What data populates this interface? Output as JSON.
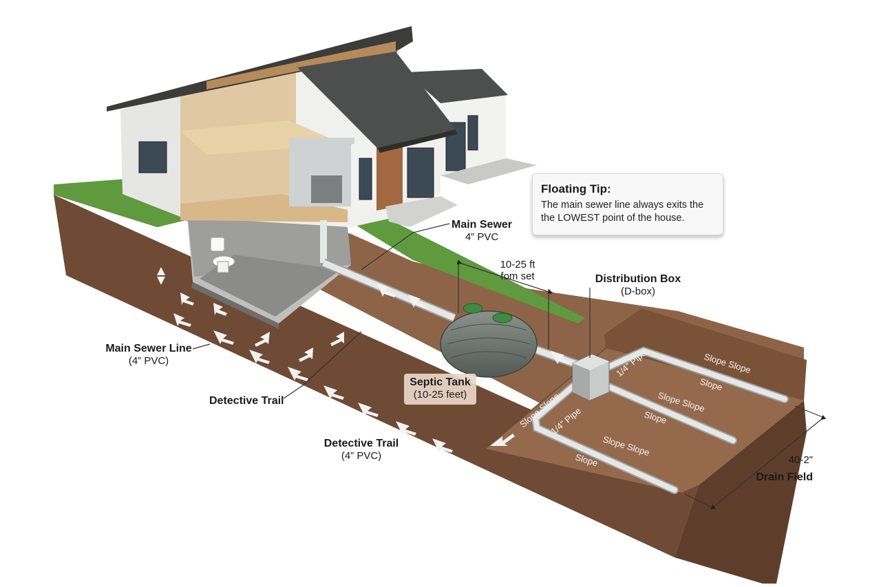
{
  "labels": {
    "main_sewer_top": {
      "title": "Main Sewer",
      "sub": "4” PVC"
    },
    "setback": {
      "line1": "10-25 ft",
      "line2": "fom set"
    },
    "distribution_box": {
      "title": "Distribution Box",
      "sub": "(D-box)"
    },
    "main_sewer_line": {
      "title": "Main Sewer Line",
      "sub": "(4” PVC)"
    },
    "detective_trail_1": {
      "title": "Detective Trail"
    },
    "detective_trail_2": {
      "title": "Detective Trail",
      "sub": "(4” PVC)"
    },
    "septic_tank": {
      "title": "Septic Tank",
      "sub": "(10-25 feet)"
    },
    "drain_field": {
      "dimension": "40-2\"",
      "title": "Drain Field"
    }
  },
  "tip": {
    "title": "Floating Tip:",
    "body": "The main sewer line always exits the the LOWEST point of the house."
  },
  "pipe_labels": {
    "slope_slope": "Slope Slope",
    "slope": "Slope",
    "quarter_pipe_a": "1/4\" Pipe",
    "quarter_pipe_b": "1/4\" Pipe"
  },
  "colors": {
    "soil_top": "#8e6448",
    "soil_side": "#6f4a34",
    "grass": "#5f9a3e",
    "pipe": "#e6e8e8",
    "tank": "#6f7670",
    "lid": "#3f8a3f",
    "roof": "#4a4a48",
    "wall": "#ececea",
    "wood": "#a2683f"
  }
}
